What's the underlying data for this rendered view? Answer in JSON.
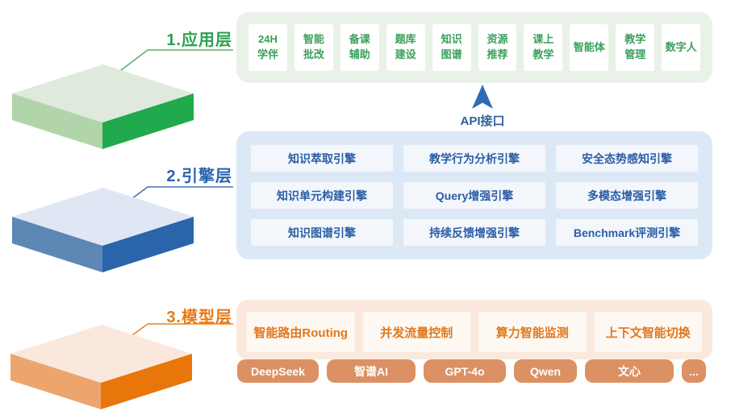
{
  "api": {
    "label": "API接口"
  },
  "colors": {
    "green_accent": "#21a94d",
    "green_panel": "#e9f2e8",
    "blue_accent": "#2a65ab",
    "blue_panel": "#dce8f5",
    "orange_accent": "#e8760b",
    "orange_panel": "#fae9dc",
    "pill_fill": "#db9164"
  },
  "layers": [
    {
      "label": "1.应用层",
      "items": [
        "24H\n学伴",
        "智能\n批改",
        "备课\n辅助",
        "题库\n建设",
        "知识\n图谱",
        "资源\n推荐",
        "课上\n教学",
        "智能体",
        "教学\n管理",
        "数字人"
      ]
    },
    {
      "label": "2.引擎层",
      "engines": [
        "知识萃取引擎",
        "教学行为分析引擎",
        "安全态势感知引擎",
        "知识单元构建引擎",
        "Query增强引擎",
        "多模态增强引擎",
        "知识图谱引擎",
        "持续反馈增强引擎",
        "Benchmark评测引擎"
      ]
    },
    {
      "label": "3.模型层",
      "capabilities": [
        "智能路由Routing",
        "并发流量控制",
        "算力智能监测",
        "上下文智能切换"
      ],
      "models": [
        "DeepSeek",
        "智谱AI",
        "GPT-4o",
        "Qwen",
        "文心",
        "..."
      ]
    }
  ]
}
